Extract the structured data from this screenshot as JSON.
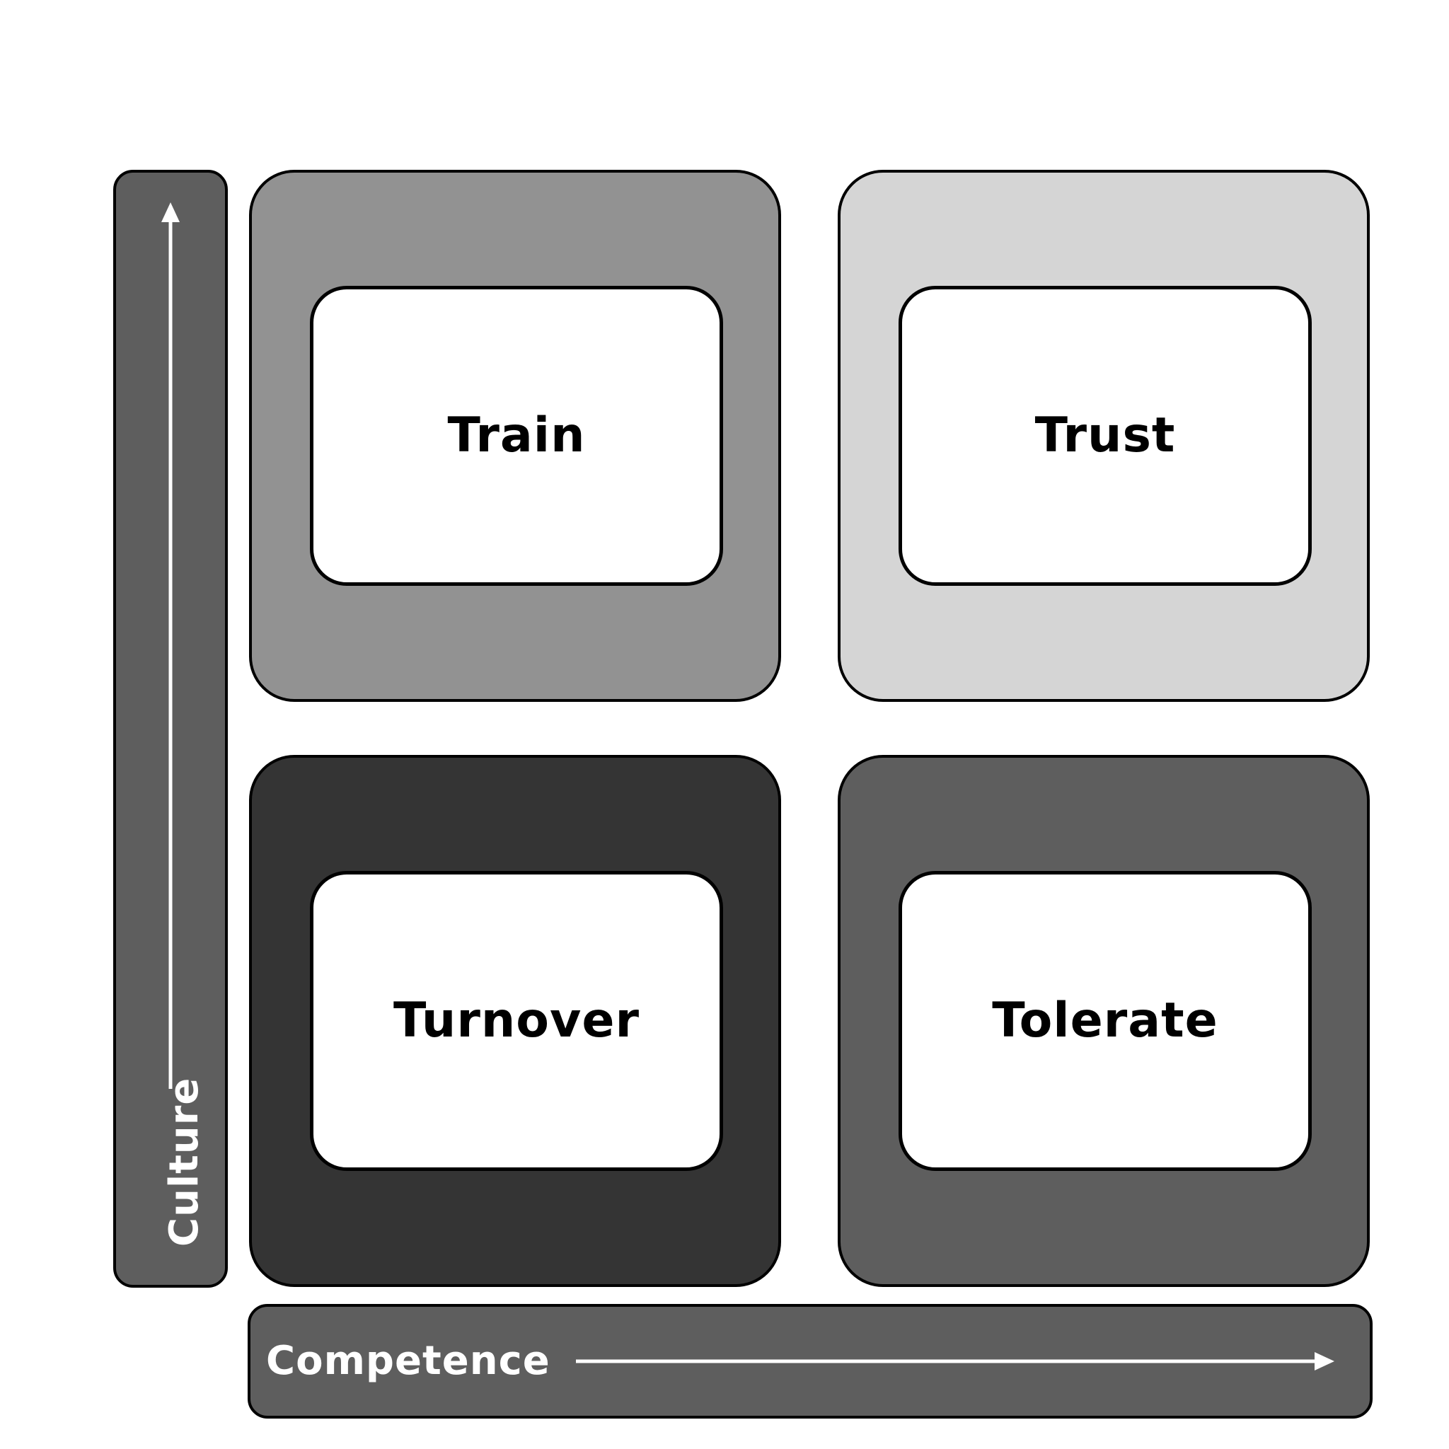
{
  "colors": {
    "background": "#ffffff",
    "outline": "#000000",
    "axis_fill": "#5e5e5e",
    "axis_text": "#ffffff",
    "train": "#929292",
    "trust": "#d5d5d5",
    "turnover": "#343434",
    "tolerate": "#5e5e5e",
    "card": "#ffffff"
  },
  "axes": {
    "y": {
      "label": "Culture",
      "arrow": "up-arrow"
    },
    "x": {
      "label": "Competence",
      "arrow": "right-arrow"
    }
  },
  "quadrants": {
    "top_left": {
      "label": "Train"
    },
    "top_right": {
      "label": "Trust"
    },
    "bottom_left": {
      "label": "Turnover"
    },
    "bottom_right": {
      "label": "Tolerate"
    }
  }
}
